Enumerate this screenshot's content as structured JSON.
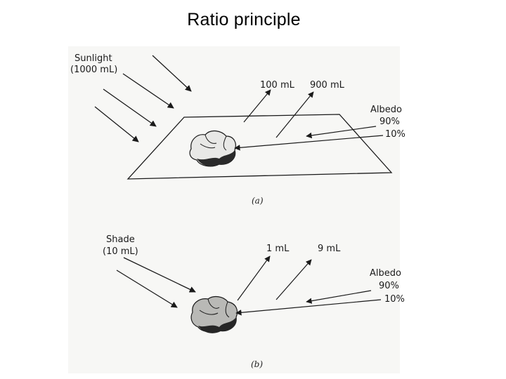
{
  "title": "Ratio principle",
  "panel_a": {
    "source_label_line1": "Sunlight",
    "source_label_line2": "(1000 mL)",
    "reflect_low": "100 mL",
    "reflect_high": "900 mL",
    "albedo_title": "Albedo",
    "albedo_high": "90%",
    "albedo_low": "10%",
    "caption": "(a)"
  },
  "panel_b": {
    "source_label_line1": "Shade",
    "source_label_line2": "(10 mL)",
    "reflect_low": "1 mL",
    "reflect_high": "9 mL",
    "albedo_title": "Albedo",
    "albedo_high": "90%",
    "albedo_low": "10%",
    "caption": "(b)"
  },
  "colors": {
    "ink": "#1a1a1a",
    "paper": "#f7f7f5"
  }
}
